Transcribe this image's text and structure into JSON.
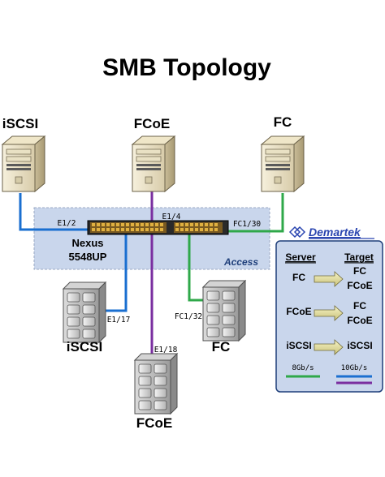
{
  "title": "SMB Topology",
  "servers": [
    {
      "label": "iSCSI"
    },
    {
      "label": "FCoE"
    },
    {
      "label": "FC"
    }
  ],
  "storage": [
    {
      "label": "iSCSI"
    },
    {
      "label": "FC"
    },
    {
      "label": "FCoE"
    }
  ],
  "switch": {
    "name_line1": "Nexus",
    "name_line2": "5548UP",
    "zone_label": "Access"
  },
  "ports": {
    "server_iscsi": "E1/2",
    "server_fcoe": "E1/4",
    "server_fc": "FC1/30",
    "storage_iscsi": "E1/17",
    "storage_fc": "FC1/32",
    "storage_fcoe": "E1/18"
  },
  "legend": {
    "brand": "Demartek",
    "header_server": "Server",
    "header_target": "Target",
    "rows": [
      {
        "server": "FC",
        "target_line1": "FC",
        "target_line2": "FCoE"
      },
      {
        "server": "FCoE",
        "target_line1": "FC",
        "target_line2": "FCoE"
      },
      {
        "server": "iSCSI",
        "target_line1": "iSCSI",
        "target_line2": ""
      }
    ],
    "speeds": [
      {
        "label": "8Gb/s",
        "color": "#2fa84a"
      },
      {
        "label": "10Gb/s",
        "color_top": "#1a6fd0",
        "color_bottom": "#7a2fa0"
      }
    ]
  },
  "colors": {
    "ethernet_blue": "#1a6fd0",
    "fcoe_purple": "#7a2fa0",
    "fc_green": "#2fa84a",
    "access_zone": "#c9d6ec"
  }
}
